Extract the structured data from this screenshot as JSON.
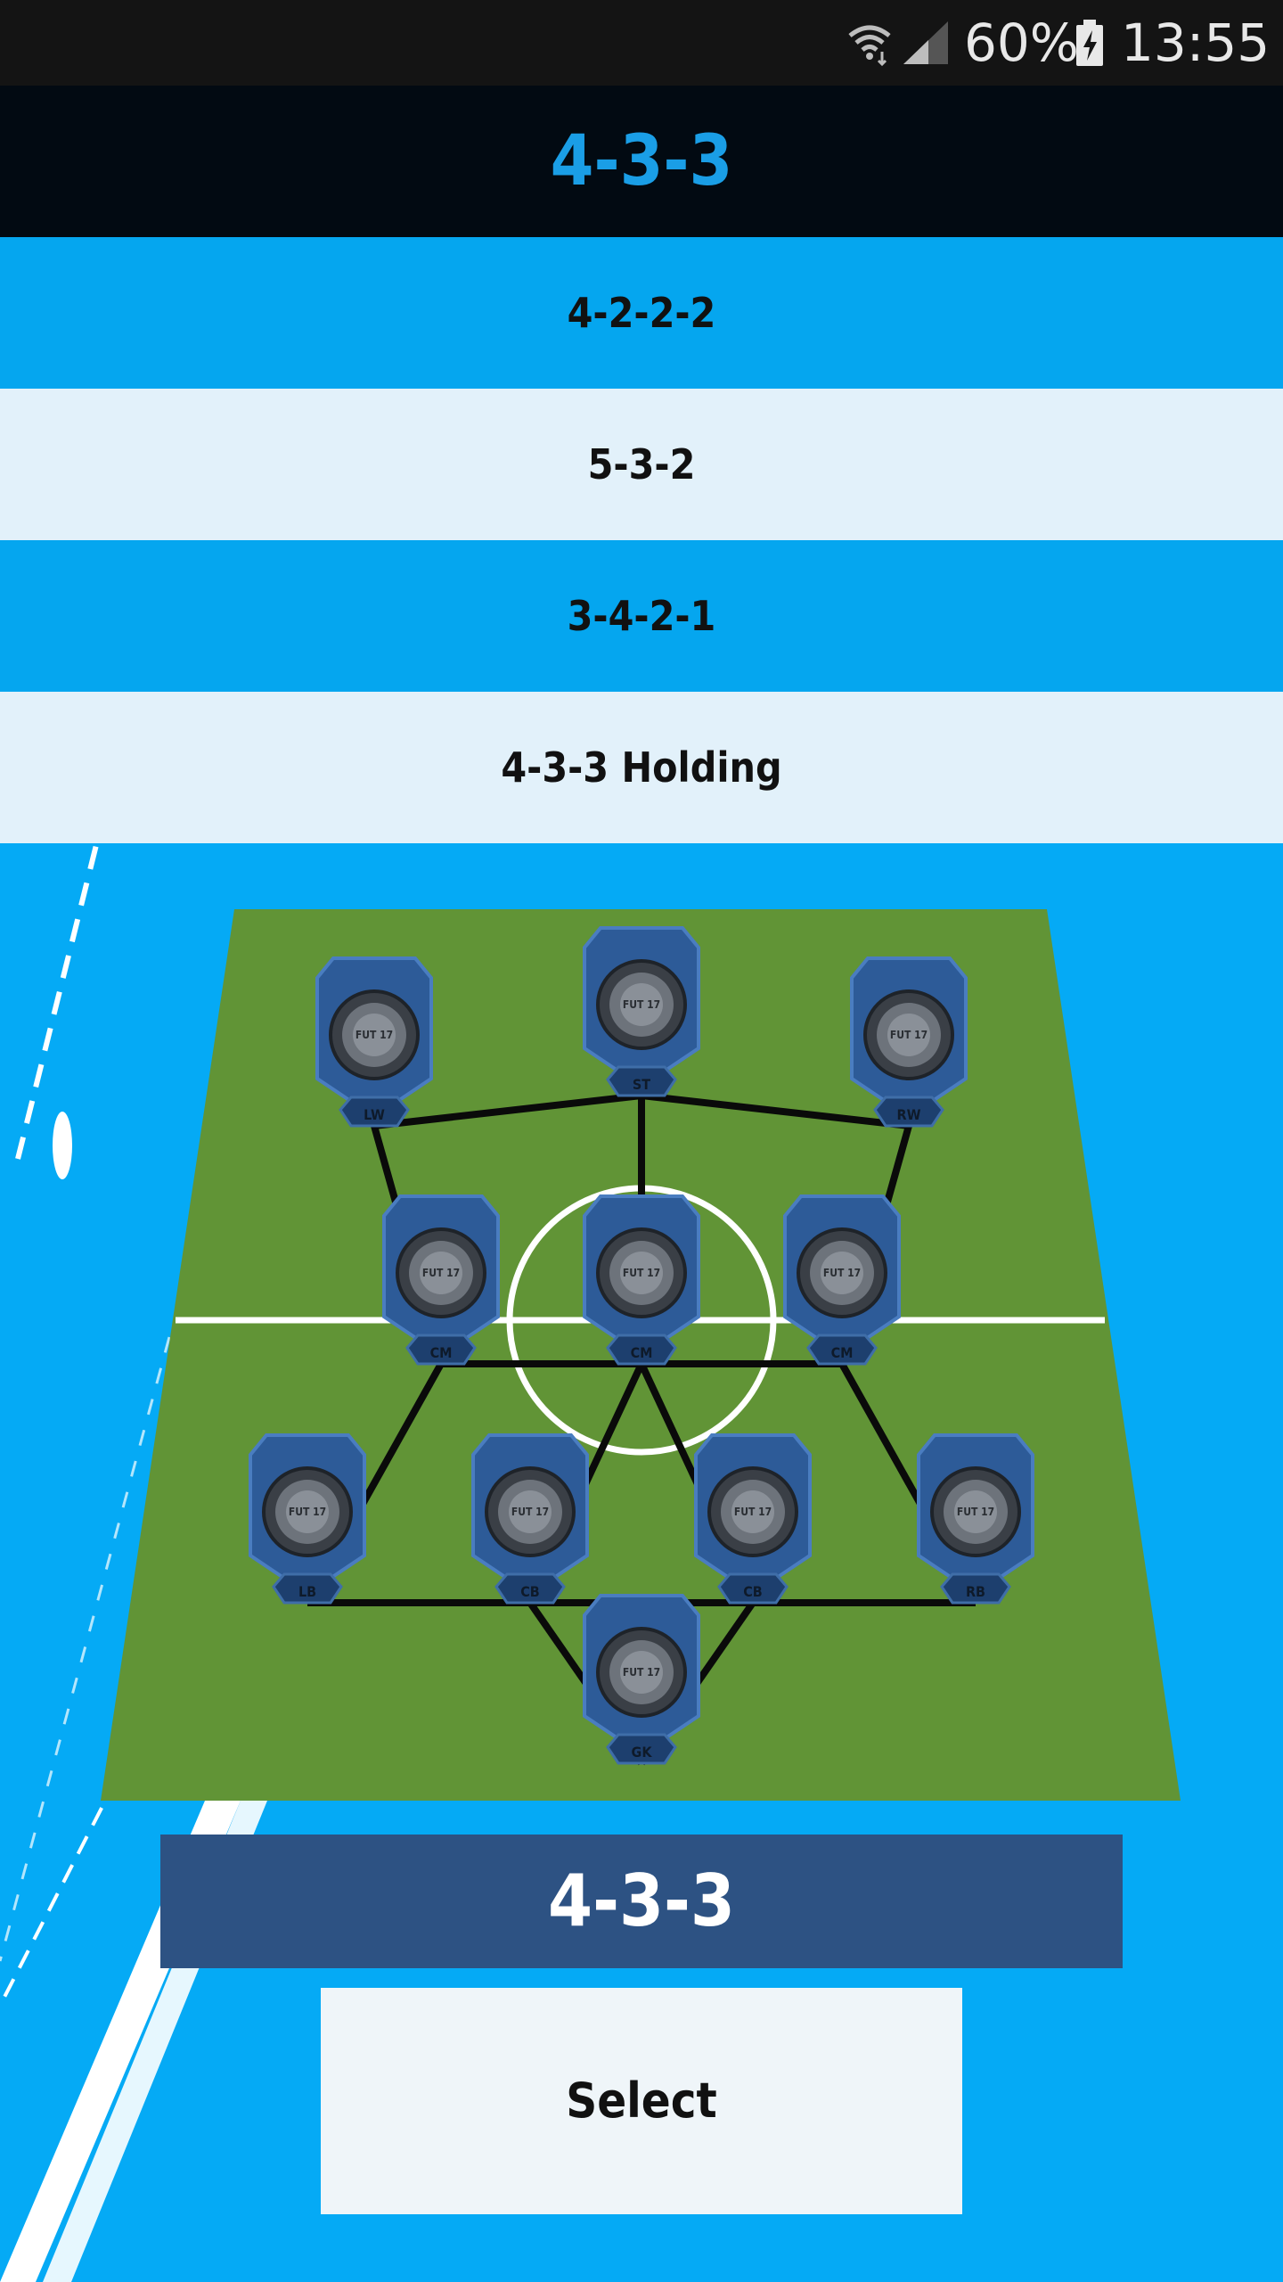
{
  "status_bar": {
    "battery": "60%",
    "time": "13:55"
  },
  "header": {
    "title": "4-3-3"
  },
  "formation_options": [
    {
      "label": "4-2-2-2"
    },
    {
      "label": "5-3-2"
    },
    {
      "label": "3-4-2-1"
    },
    {
      "label": "4-3-3 Holding"
    }
  ],
  "pitch": {
    "players": [
      {
        "position": "LW",
        "card_text": "FUT 17"
      },
      {
        "position": "ST",
        "card_text": "FUT 17"
      },
      {
        "position": "RW",
        "card_text": "FUT 17"
      },
      {
        "position": "CM",
        "card_text": "FUT 17"
      },
      {
        "position": "CM",
        "card_text": "FUT 17"
      },
      {
        "position": "CM",
        "card_text": "FUT 17"
      },
      {
        "position": "LB",
        "card_text": "FUT 17"
      },
      {
        "position": "CB",
        "card_text": "FUT 17"
      },
      {
        "position": "CB",
        "card_text": "FUT 17"
      },
      {
        "position": "RB",
        "card_text": "FUT 17"
      },
      {
        "position": "GK",
        "card_text": "FUT 17"
      }
    ],
    "links": [
      [
        0,
        1
      ],
      [
        1,
        2
      ],
      [
        0,
        3
      ],
      [
        2,
        5
      ],
      [
        1,
        4
      ],
      [
        3,
        4
      ],
      [
        4,
        5
      ],
      [
        3,
        6
      ],
      [
        4,
        7
      ],
      [
        4,
        8
      ],
      [
        5,
        9
      ],
      [
        6,
        7
      ],
      [
        7,
        8
      ],
      [
        8,
        9
      ],
      [
        7,
        10
      ],
      [
        8,
        10
      ]
    ]
  },
  "selected_formation": {
    "name": "4-3-3"
  },
  "select_button": {
    "label": "Select"
  },
  "colors": {
    "background": "#05aaf5",
    "header_bg": "#020a12",
    "accent": "#1a9ee6",
    "option_blue": "#05a6ef",
    "option_light": "#e2f1fa",
    "pitch": "#619436",
    "card": "#2d5b98",
    "name_box": "#2d5283"
  }
}
